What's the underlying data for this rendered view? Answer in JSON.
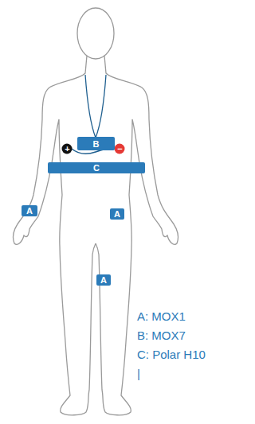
{
  "diagram": {
    "nodes": [
      {
        "text": [
          "B"
        ]
      },
      {
        "text": [
          "C"
        ]
      },
      {
        "text": [
          "A"
        ]
      },
      {
        "text": [
          "A"
        ]
      },
      {
        "text": [
          "A"
        ]
      }
    ],
    "labels": [
      "+",
      "−",
      "A: MOX1",
      "B: MOX7",
      "C: Polar H10",
      "|"
    ]
  }
}
